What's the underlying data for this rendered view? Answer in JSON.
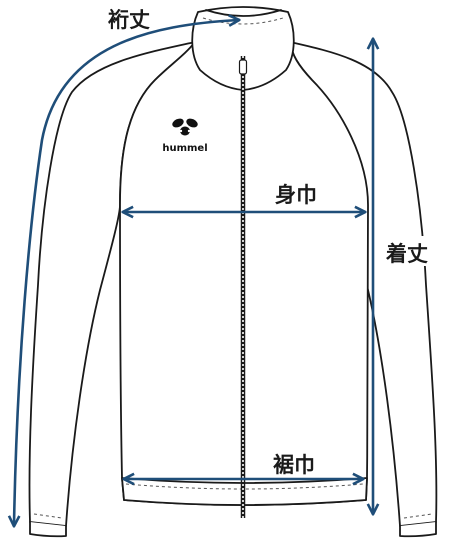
{
  "labels": {
    "sleeve_length": "裄丈",
    "body_width": "身巾",
    "total_length": "着丈",
    "hem_width": "裾巾"
  },
  "logo": {
    "text": "hummel",
    "icon": "hummel-bee-icon"
  },
  "colors": {
    "outline": "#1a1a1a",
    "measure_line": "#1f4e79",
    "background": "#ffffff"
  }
}
